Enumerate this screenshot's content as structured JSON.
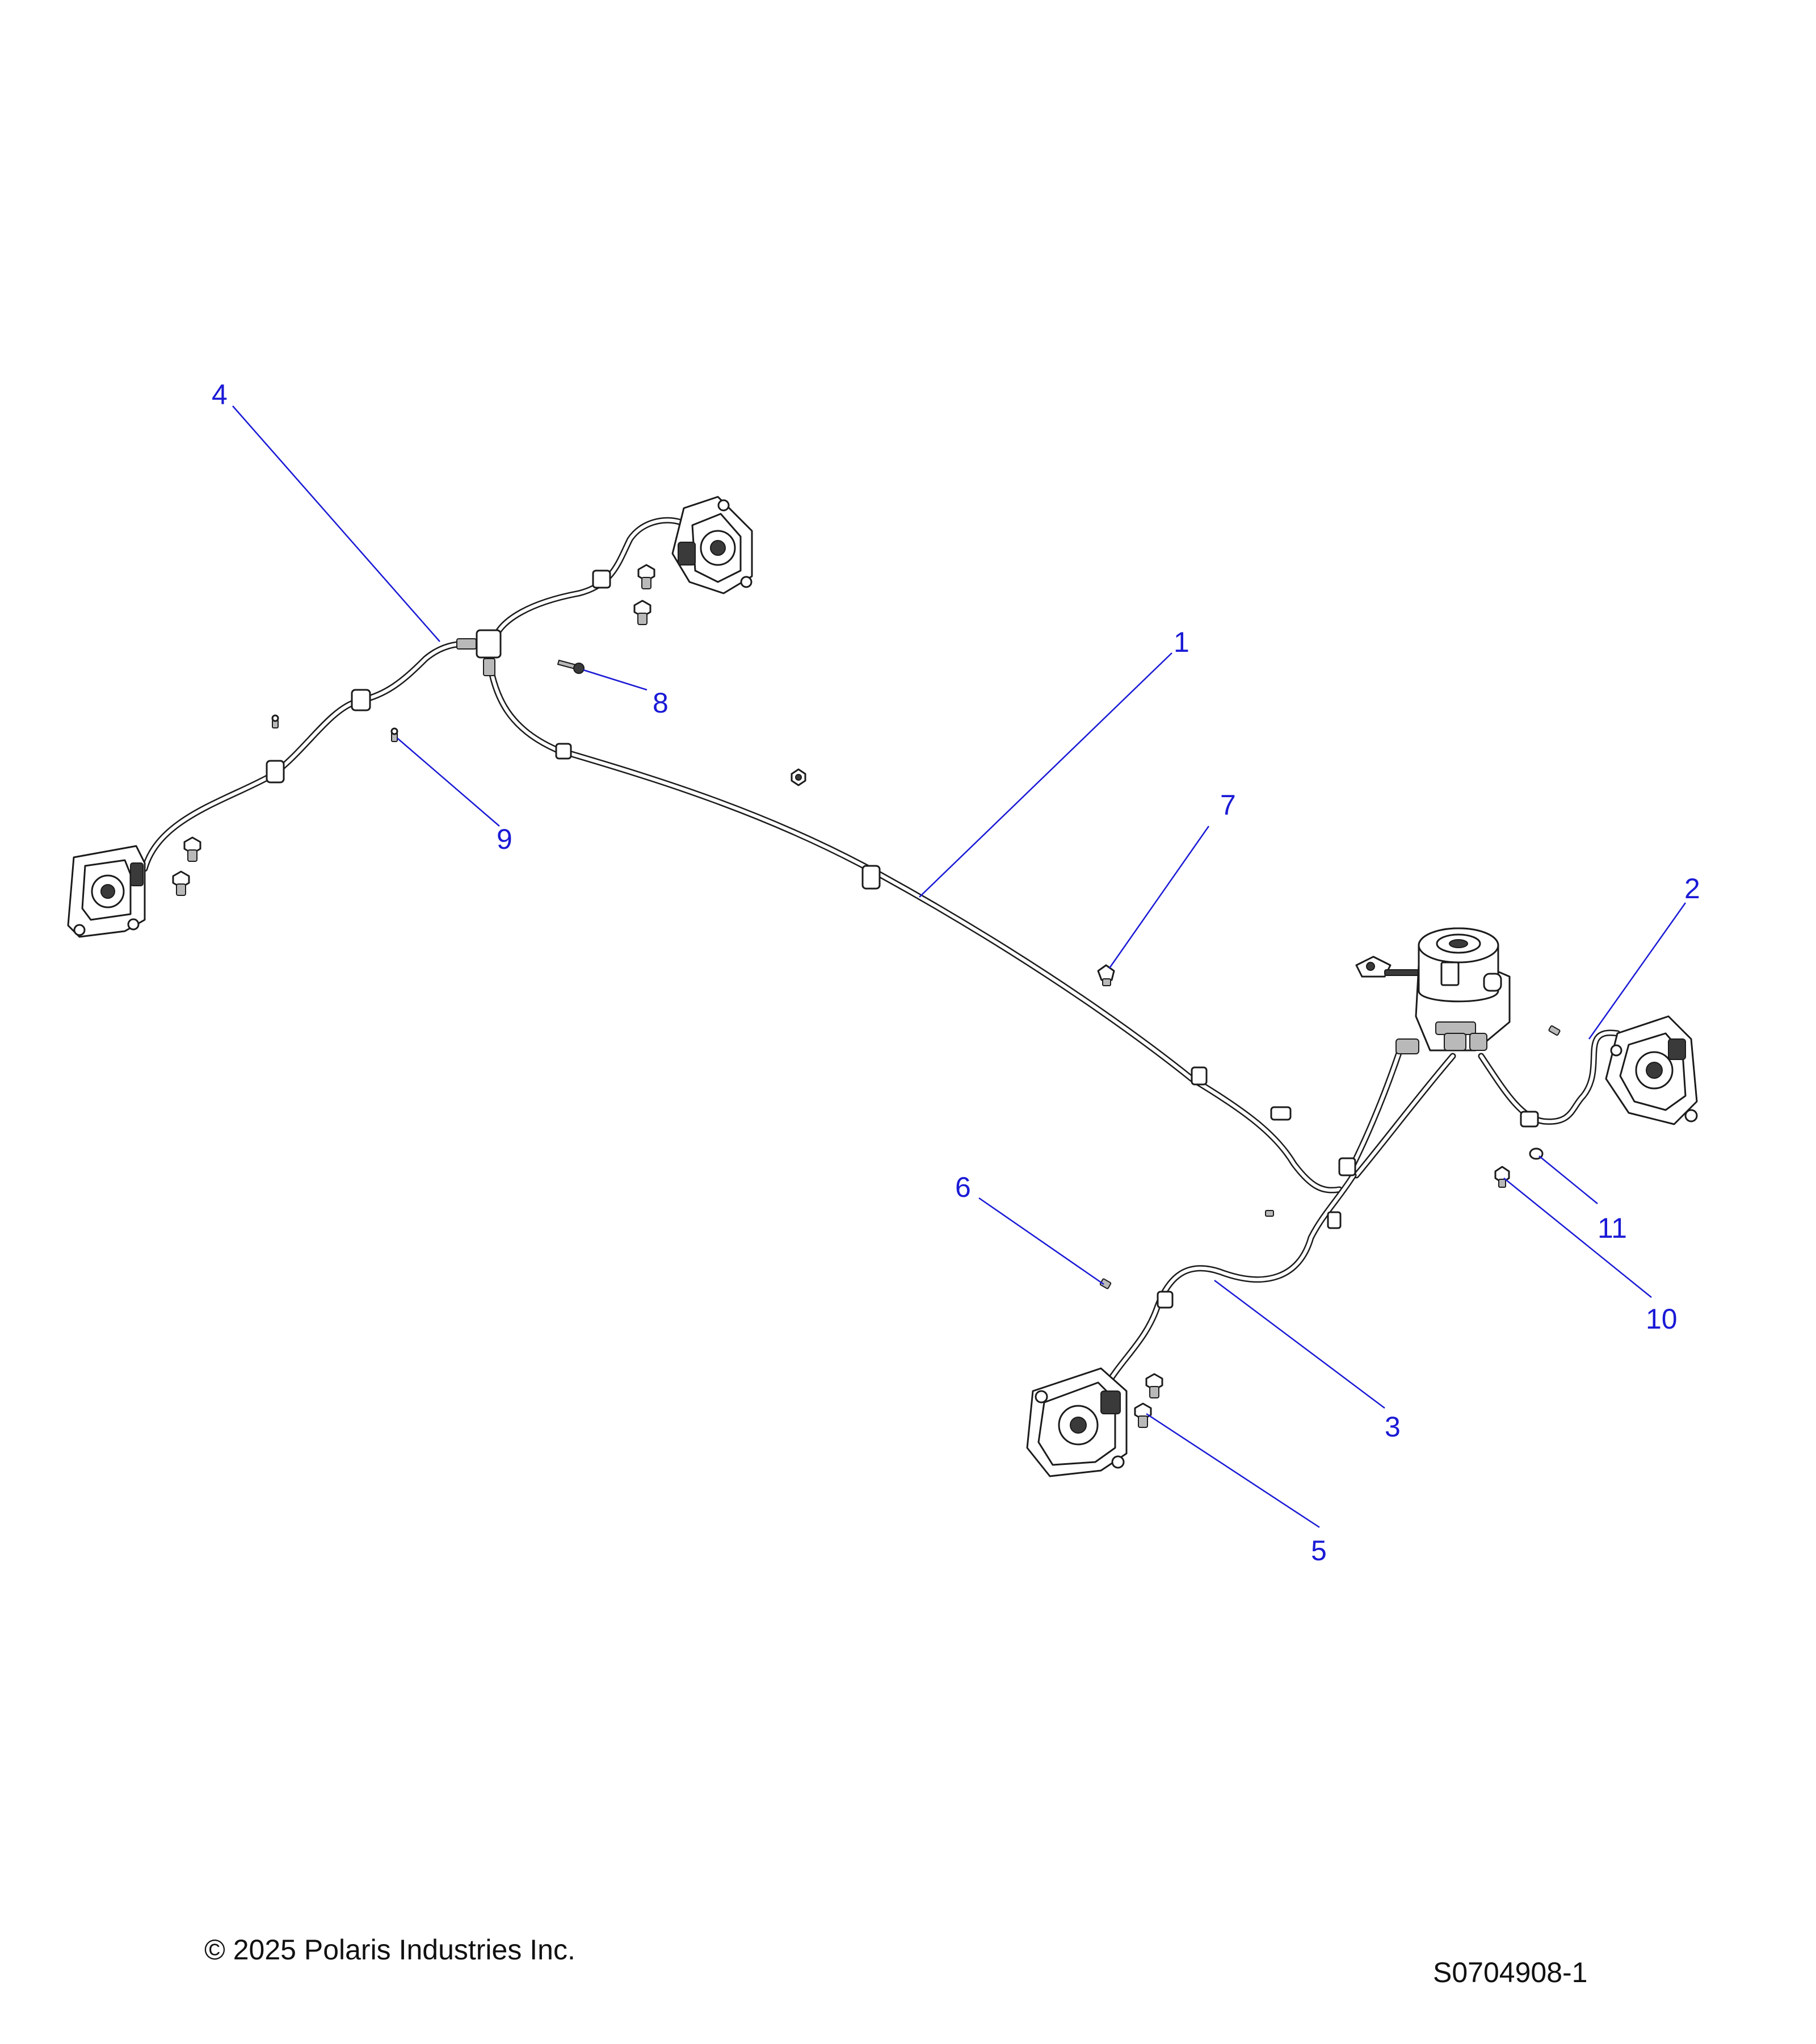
{
  "callouts": {
    "c1": "1",
    "c2": "2",
    "c3": "3",
    "c4": "4",
    "c5": "5",
    "c6": "6",
    "c7": "7",
    "c8": "8",
    "c9": "9",
    "c10": "10",
    "c11": "11"
  },
  "footer": {
    "copyright": "© 2025 Polaris Industries Inc.",
    "drawing_id": "S0704908-1"
  },
  "colors": {
    "callout": "#1a1ad6",
    "line_art": "#1b1b1b",
    "background": "#ffffff"
  }
}
